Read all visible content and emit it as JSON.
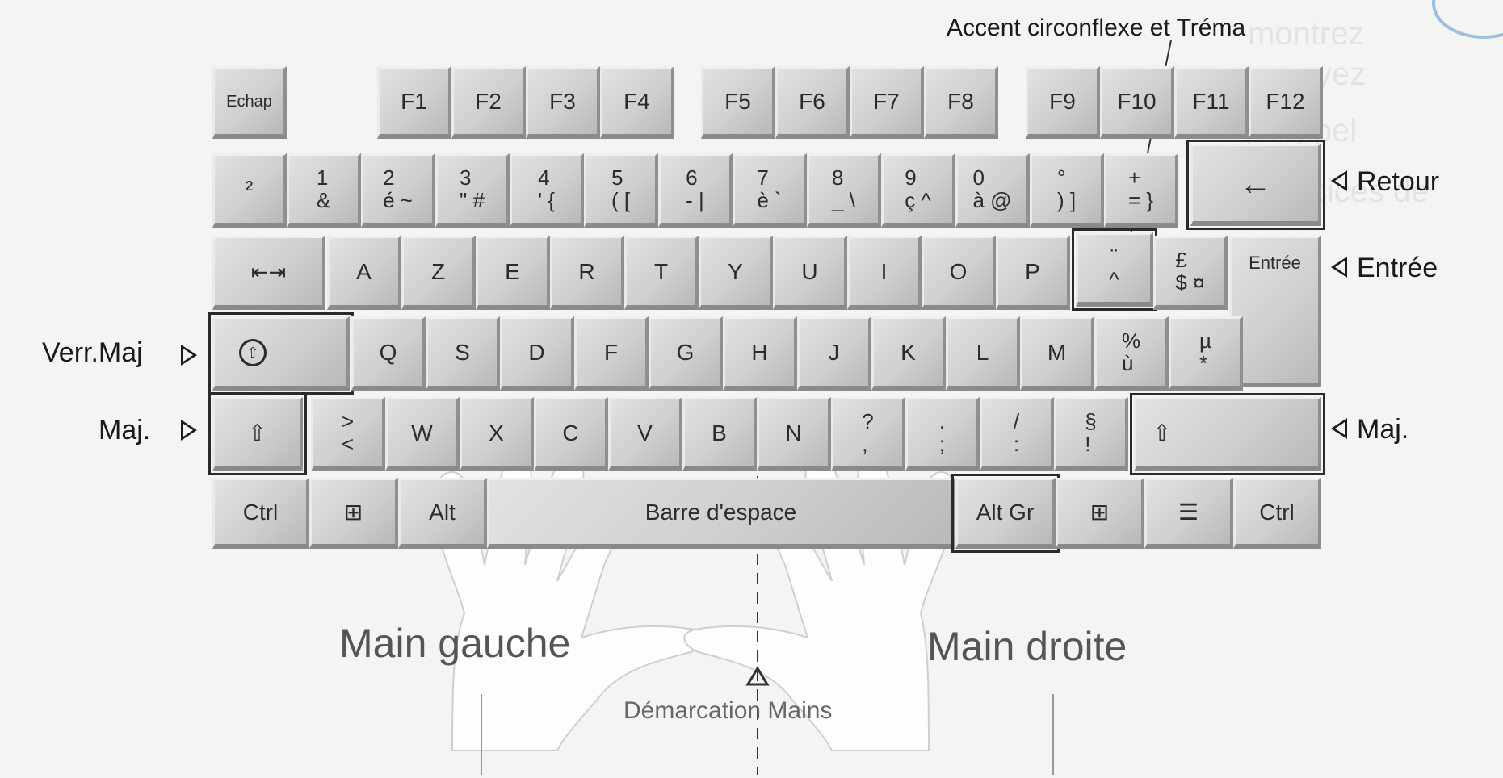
{
  "background_text": [
    "montrez",
    "appuyez",
    "(Rappel",
    "exercices de"
  ],
  "labels": {
    "accent": "Accent circonflexe et Tréma",
    "retour": "Retour",
    "entree": "Entrée",
    "maj_right": "Maj.",
    "verr_maj": "Verr.Maj",
    "maj_left": "Maj.",
    "main_gauche": "Main gauche",
    "main_droite": "Main droite",
    "demarcation": "Démarcation Mains"
  },
  "keys": {
    "function_row": [
      "Echap",
      "F1",
      "F2",
      "F3",
      "F4",
      "F5",
      "F6",
      "F7",
      "F8",
      "F9",
      "F10",
      "F11",
      "F12"
    ],
    "number_row": [
      {
        "top": "",
        "bottom": "²"
      },
      {
        "top": "1",
        "bottom": "&"
      },
      {
        "top": "2",
        "bottom": "é ~"
      },
      {
        "top": "3",
        "bottom": "\" #"
      },
      {
        "top": "4",
        "bottom": "' {"
      },
      {
        "top": "5",
        "bottom": "( ["
      },
      {
        "top": "6",
        "bottom": "- |"
      },
      {
        "top": "7",
        "bottom": "è `"
      },
      {
        "top": "8",
        "bottom": "_ \\"
      },
      {
        "top": "9",
        "bottom": "ç ^"
      },
      {
        "top": "0",
        "bottom": "à @"
      },
      {
        "top": "°",
        "bottom": ") ]"
      },
      {
        "top": "+",
        "bottom": "= }"
      }
    ],
    "backspace": "←",
    "tab": "⇤⇥",
    "top_row": [
      "A",
      "Z",
      "E",
      "R",
      "T",
      "Y",
      "U",
      "I",
      "O",
      "P"
    ],
    "caret_key": {
      "top": "¨",
      "bottom": "^"
    },
    "pound_key": {
      "top": "£",
      "bottom": "$ ¤"
    },
    "enter": "Entrée",
    "capslock_icon": "capslock-icon",
    "home_row": [
      "Q",
      "S",
      "D",
      "F",
      "G",
      "H",
      "J",
      "K",
      "L",
      "M"
    ],
    "percent_key": {
      "top": "%",
      "bottom": "ù"
    },
    "mu_key": {
      "top": "µ",
      "bottom": "*"
    },
    "shift_left_icon": "shift-icon",
    "angle_key": {
      "top": ">",
      "bottom": "<"
    },
    "bottom_letters": [
      "W",
      "X",
      "C",
      "V",
      "B",
      "N"
    ],
    "question_key": {
      "top": "?",
      "bottom": ","
    },
    "dot_key": {
      "top": ".",
      "bottom": ";"
    },
    "slash_key": {
      "top": "/",
      "bottom": ":"
    },
    "section_key": {
      "top": "§",
      "bottom": "!"
    },
    "shift_right_icon": "shift-icon",
    "ctrl_left": "Ctrl",
    "win_left": "windows-icon",
    "alt": "Alt",
    "space": "Barre d'espace",
    "altgr": "Alt Gr",
    "win_right": "windows-icon",
    "menu": "menu-icon",
    "ctrl_right": "Ctrl"
  }
}
